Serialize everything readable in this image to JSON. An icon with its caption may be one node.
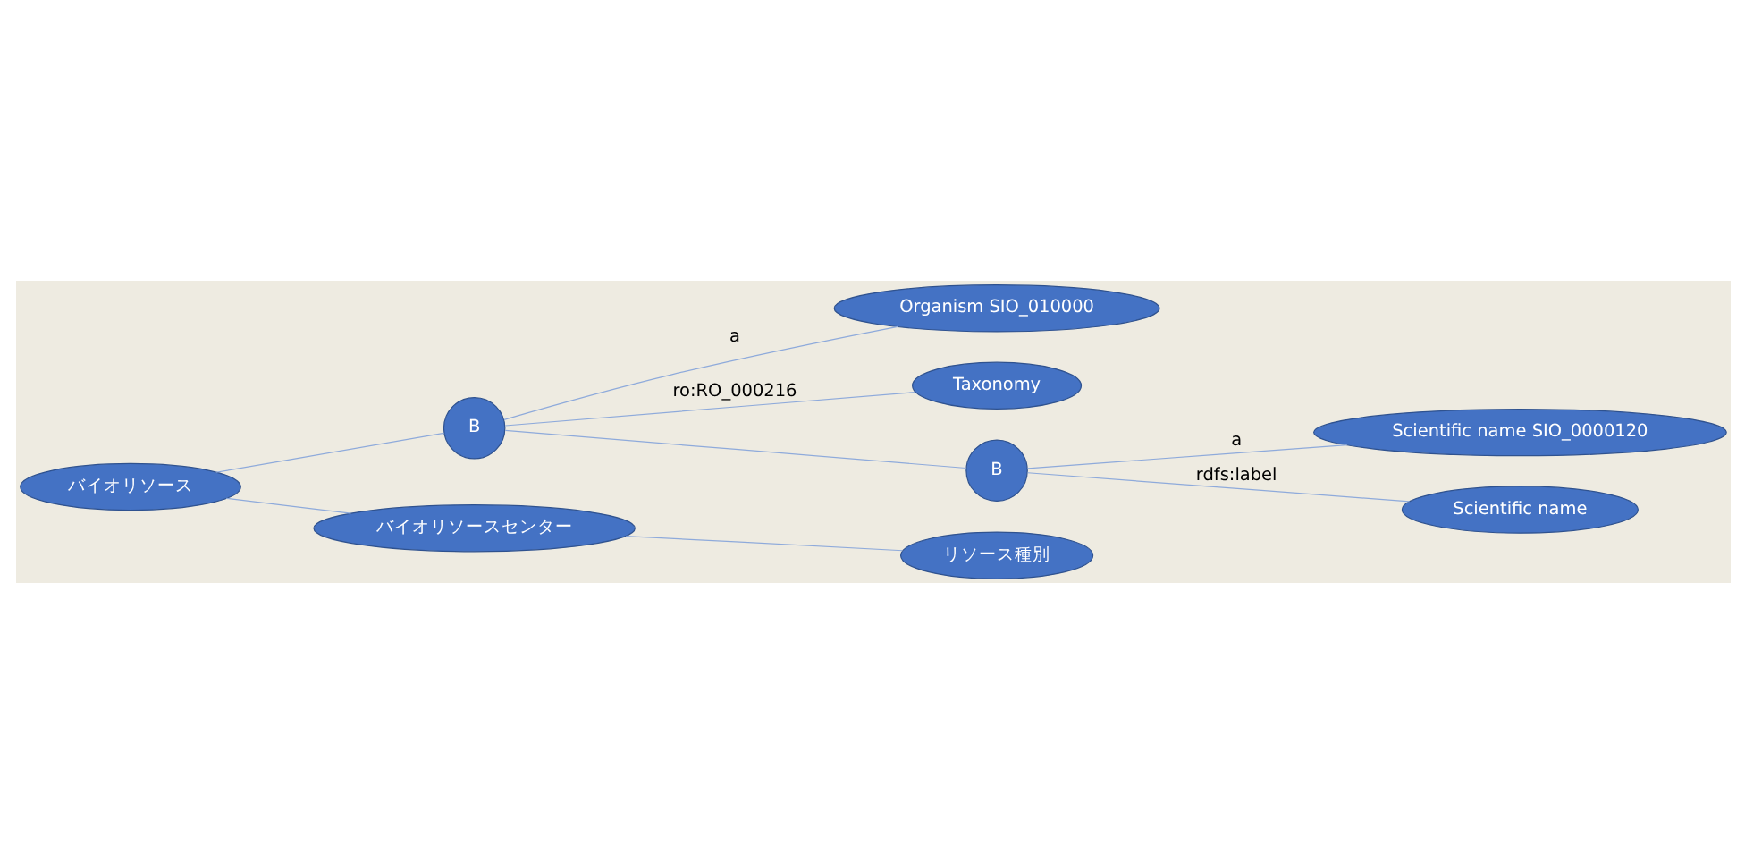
{
  "diagram": {
    "nodes": [
      {
        "text": [
          "バイオリソース"
        ]
      },
      {
        "text": [
          "B"
        ]
      },
      {
        "text": [
          "Organism SIO_010000"
        ]
      },
      {
        "text": [
          "Taxonomy"
        ]
      },
      {
        "text": [
          "バイオリソースセンター"
        ]
      },
      {
        "text": [
          "B"
        ]
      },
      {
        "text": [
          "Scientific name SIO_0000120"
        ]
      },
      {
        "text": [
          "Scientific name"
        ]
      },
      {
        "text": [
          "リソース種別"
        ]
      }
    ],
    "edges": [
      {
        "from": 0,
        "to": 1,
        "arrow": "none"
      },
      {
        "from": 1,
        "to": 2,
        "arrow": "none",
        "label": "a"
      },
      {
        "from": 1,
        "to": 3,
        "arrow": "none",
        "label": "ro:RO_000216"
      },
      {
        "from": 1,
        "to": 5,
        "arrow": "none"
      },
      {
        "from": 0,
        "to": 4,
        "arrow": "none"
      },
      {
        "from": 4,
        "to": 8,
        "arrow": "none"
      },
      {
        "from": 5,
        "to": 6,
        "arrow": "none",
        "label": "a"
      },
      {
        "from": 5,
        "to": 7,
        "arrow": "none",
        "label": "rdfs:label"
      }
    ]
  }
}
